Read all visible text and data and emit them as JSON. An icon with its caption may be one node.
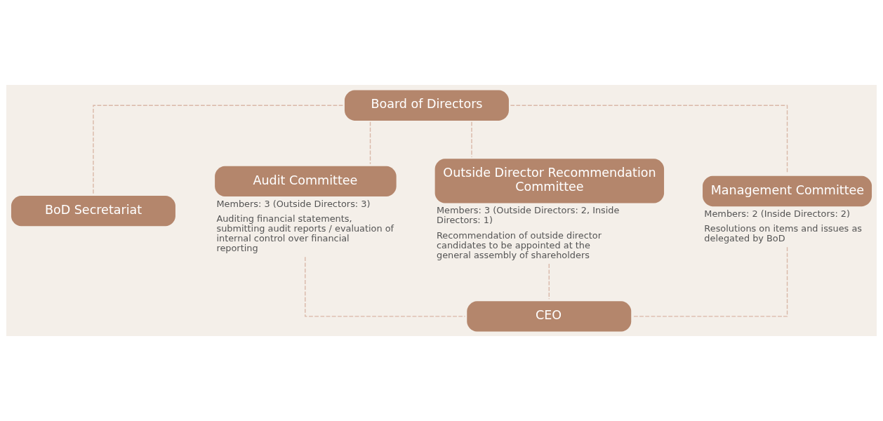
{
  "diagram": {
    "nodes": [
      {
        "text": [
          "Board of Directors"
        ]
      },
      {
        "text": [
          "BoD Secretariat"
        ]
      },
      {
        "text": [
          "Audit Committee"
        ],
        "beside": [
          "Members: 3 (Outside Directors: 3)",
          "Auditing financial statements, submitting audit reports / evaluation of internal control over financial reporting"
        ]
      },
      {
        "text": [
          "Outside Director Recommendation Committee"
        ],
        "beside": [
          "Members: 3 (Outside Directors: 2, Inside Directors: 1)",
          "Recommendation of outside director candidates to be appointed at the general assembly of shareholders"
        ]
      },
      {
        "text": [
          "Management Committee"
        ],
        "beside": [
          "Members: 2 (Inside Directors: 2)",
          "Resolutions on items and issues as delegated by BoD"
        ]
      },
      {
        "text": [
          "CEO"
        ]
      }
    ],
    "edges": [
      {
        "from": 0,
        "to": 1,
        "arrow": "none",
        "style": "dashed"
      },
      {
        "from": 0,
        "to": 2,
        "arrow": "none",
        "style": "dashed"
      },
      {
        "from": 0,
        "to": 3,
        "arrow": "none",
        "style": "dashed"
      },
      {
        "from": 0,
        "to": 4,
        "arrow": "none",
        "style": "dashed"
      },
      {
        "from": 2,
        "to": 5,
        "arrow": "none",
        "style": "dashed"
      },
      {
        "from": 3,
        "to": 5,
        "arrow": "none",
        "style": "dashed"
      },
      {
        "from": 4,
        "to": 5,
        "arrow": "none",
        "style": "dashed"
      }
    ]
  }
}
